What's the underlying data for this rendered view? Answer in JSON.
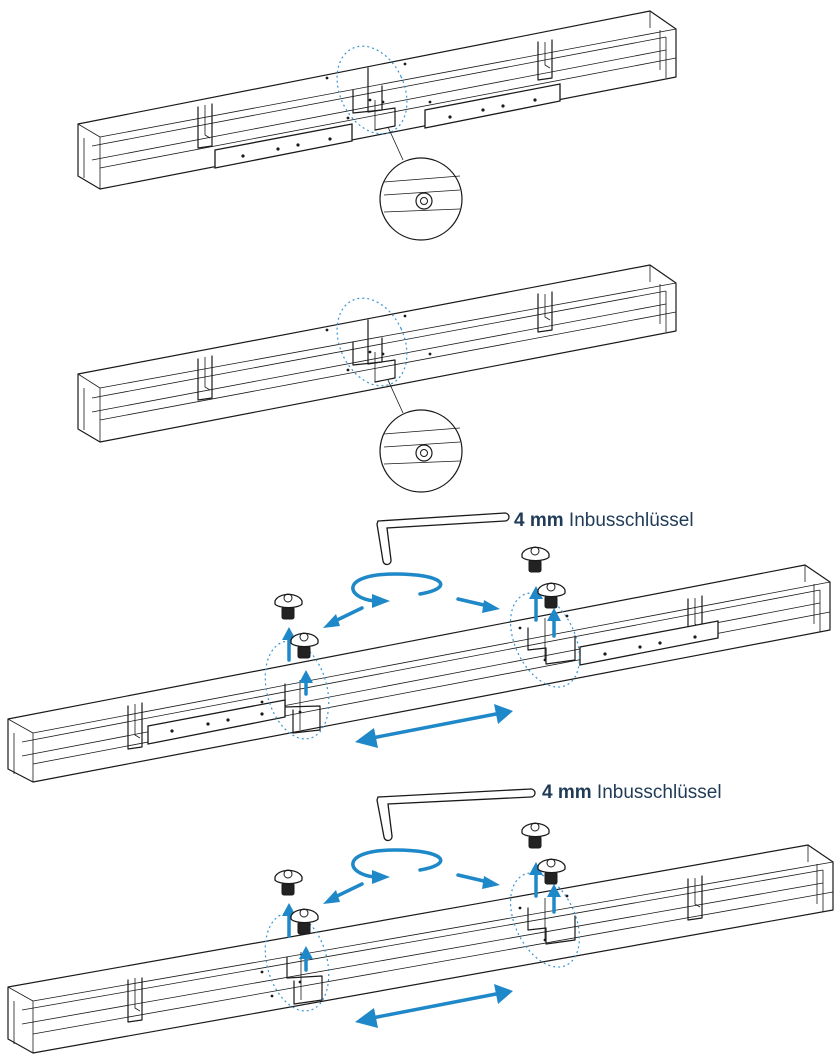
{
  "steps": [
    {
      "id": "step-1",
      "has_plates": true,
      "has_detail": true
    },
    {
      "id": "step-2",
      "has_plates": false,
      "has_detail": true
    },
    {
      "id": "step-3",
      "has_plates": true,
      "has_tool": true
    },
    {
      "id": "step-4",
      "has_plates": false,
      "has_tool": true
    }
  ],
  "tool_label_1": {
    "size": "4 mm",
    "name": "Inbusschlüssel"
  },
  "tool_label_2": {
    "size": "4 mm",
    "name": "Inbusschlüssel"
  },
  "colors": {
    "accent": "#1e88c8",
    "line": "#1a1a1a",
    "label": "#1f3b57"
  },
  "icons": [
    "hex-key-icon",
    "bolt-icon",
    "rotate-arrow-icon",
    "slide-arrow-icon",
    "magnifier-detail-icon"
  ]
}
